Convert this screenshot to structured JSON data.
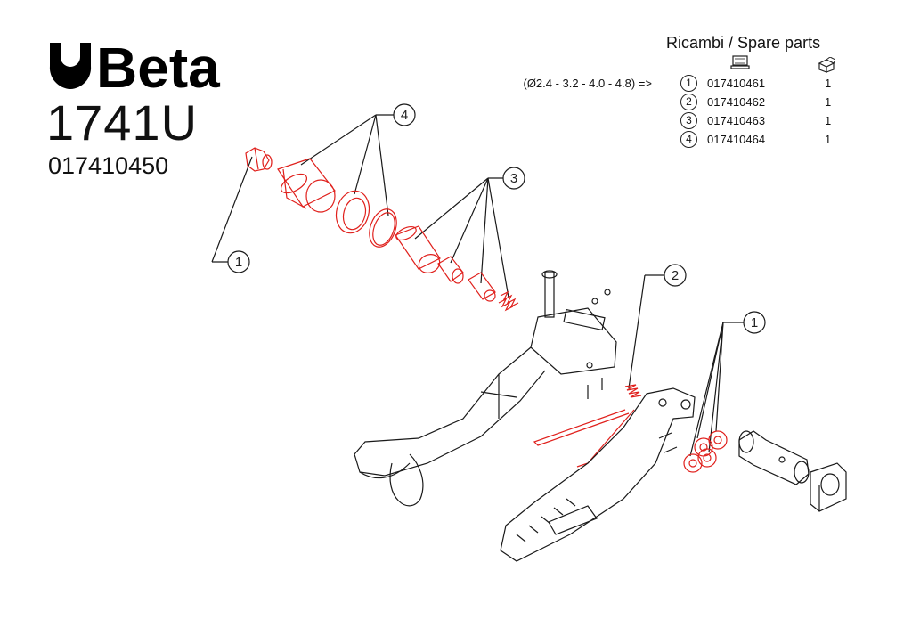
{
  "brand": "Beta",
  "model": "1741U",
  "article_code": "017410450",
  "spare_parts": {
    "title": "Ricambi / Spare parts",
    "pc_icon": "computer-icon",
    "box_icon": "box-icon",
    "rows": [
      {
        "prefix": "(Ø2.4 - 3.2 - 4.0 - 4.8)  =>",
        "num": "1",
        "code": "017410461",
        "qty": "1"
      },
      {
        "prefix": "",
        "num": "2",
        "code": "017410462",
        "qty": "1"
      },
      {
        "prefix": "",
        "num": "3",
        "code": "017410463",
        "qty": "1"
      },
      {
        "prefix": "",
        "num": "4",
        "code": "017410464",
        "qty": "1"
      }
    ]
  },
  "callouts": [
    "4",
    "3",
    "1",
    "2",
    "1"
  ],
  "colors": {
    "highlight": "#e0201c",
    "line": "#1a1a1a"
  }
}
